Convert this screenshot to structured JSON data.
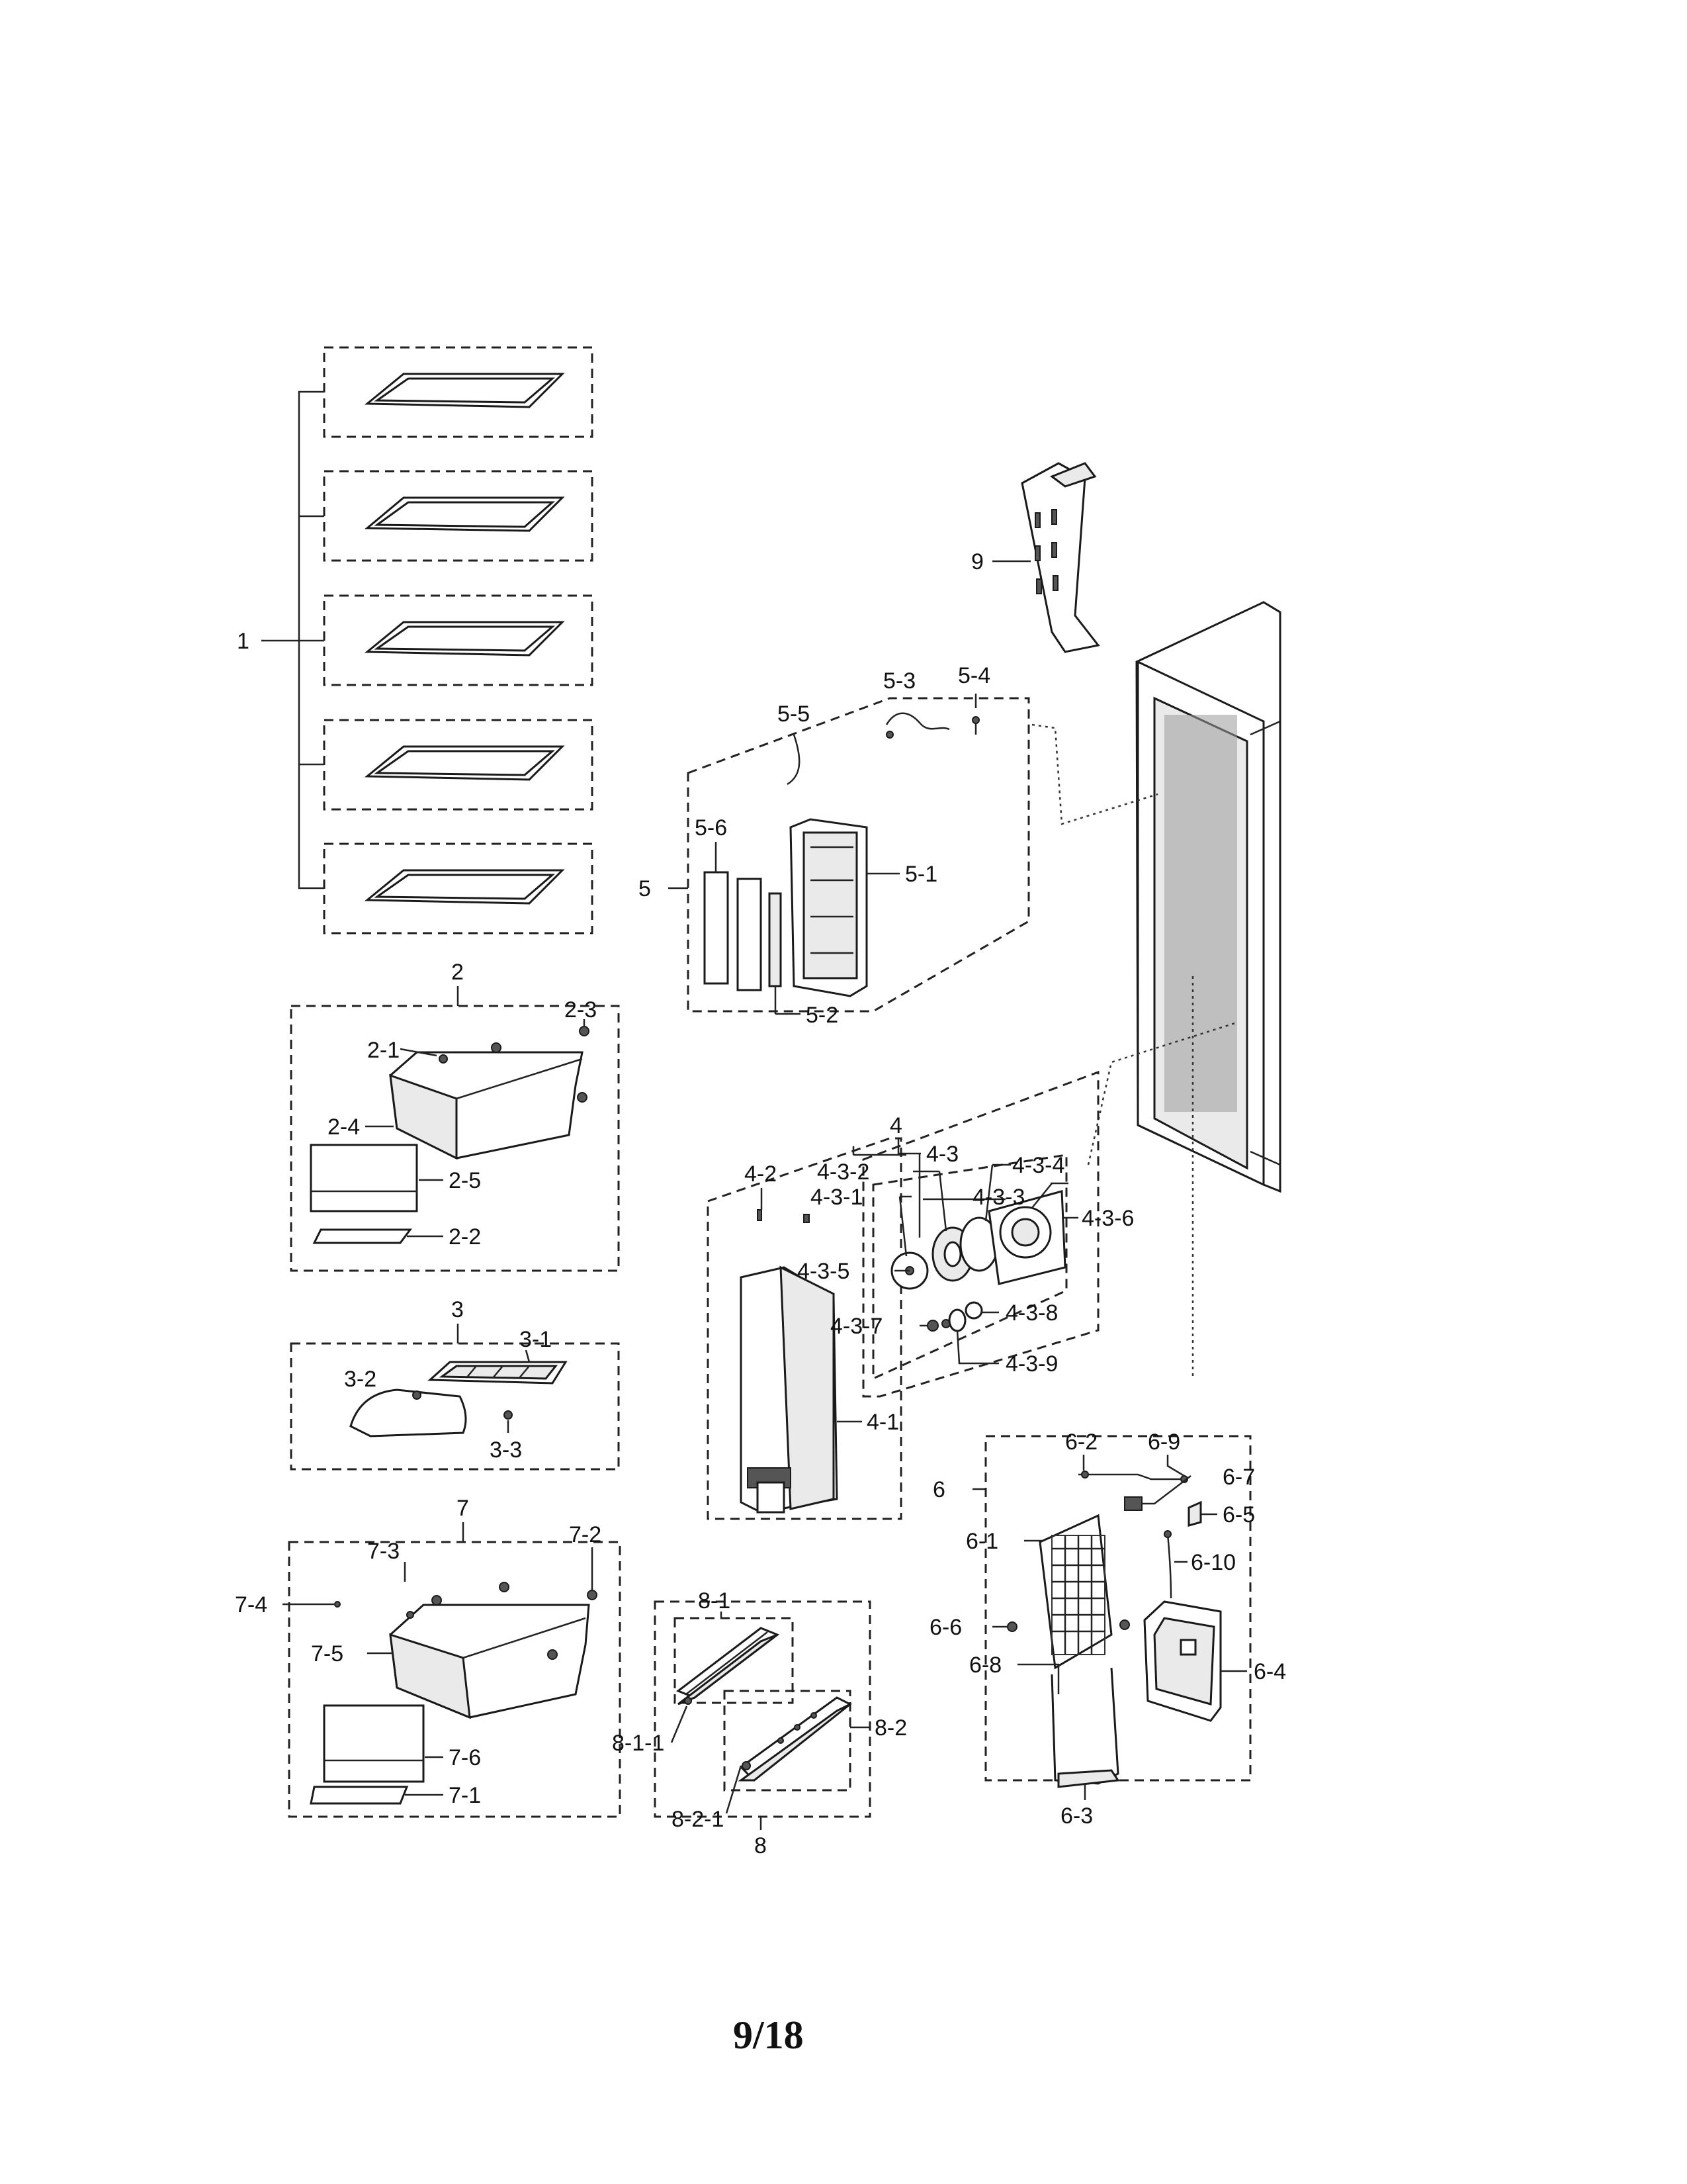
{
  "page_number": "9/18",
  "labels": {
    "l1": "1",
    "l2": "2",
    "l2_1": "2-1",
    "l2_2": "2-2",
    "l2_3": "2-3",
    "l2_4": "2-4",
    "l2_5": "2-5",
    "l3": "3",
    "l3_1": "3-1",
    "l3_2": "3-2",
    "l3_3": "3-3",
    "l4": "4",
    "l4_1": "4-1",
    "l4_2": "4-2",
    "l4_3": "4-3",
    "l4_3_1": "4-3-1",
    "l4_3_2": "4-3-2",
    "l4_3_3": "4-3-3",
    "l4_3_4": "4-3-4",
    "l4_3_5": "4-3-5",
    "l4_3_6": "4-3-6",
    "l4_3_7": "4-3-7",
    "l4_3_8": "4-3-8",
    "l4_3_9": "4-3-9",
    "l5": "5",
    "l5_1": "5-1",
    "l5_2": "5-2",
    "l5_3": "5-3",
    "l5_4": "5-4",
    "l5_5": "5-5",
    "l5_6": "5-6",
    "l6": "6",
    "l6_1": "6-1",
    "l6_2": "6-2",
    "l6_3": "6-3",
    "l6_4": "6-4",
    "l6_5": "6-5",
    "l6_6": "6-6",
    "l6_7": "6-7",
    "l6_8": "6-8",
    "l6_9": "6-9",
    "l6_10": "6-10",
    "l7": "7",
    "l7_1": "7-1",
    "l7_2": "7-2",
    "l7_3": "7-3",
    "l7_4": "7-4",
    "l7_5": "7-5",
    "l7_6": "7-6",
    "l8": "8",
    "l8_1": "8-1",
    "l8_1_1": "8-1-1",
    "l8_2": "8-2",
    "l8_2_1": "8-2-1",
    "l9": "9"
  }
}
